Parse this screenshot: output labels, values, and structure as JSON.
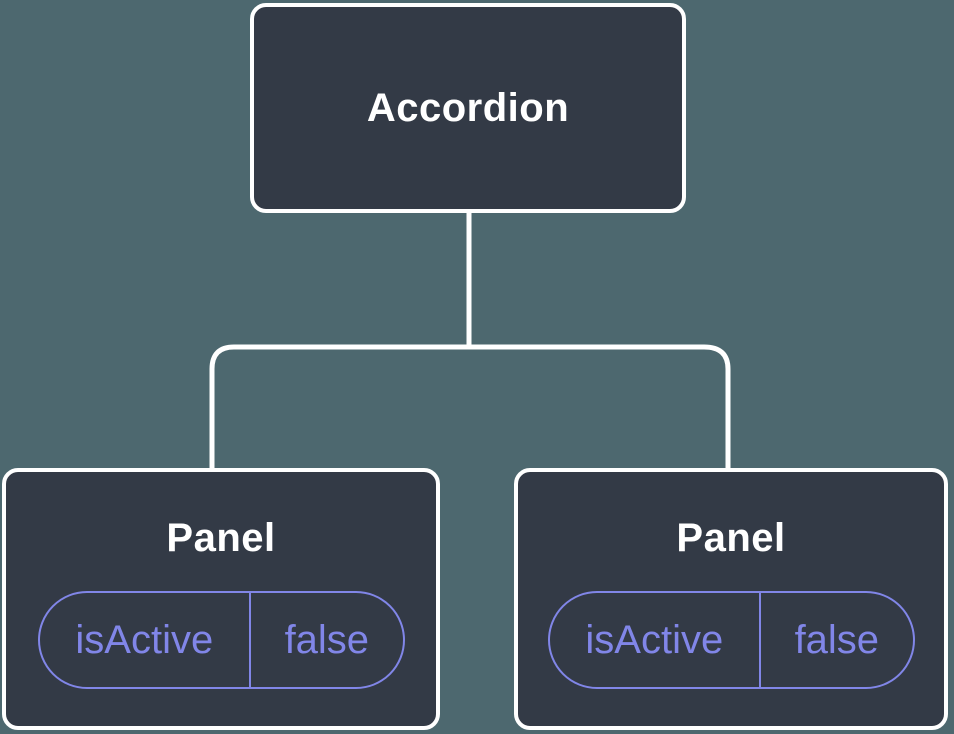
{
  "diagram": {
    "type": "component-tree",
    "colors": {
      "background": "#4d686f",
      "node_fill": "#333a46",
      "node_border": "#ffffff",
      "node_text": "#ffffff",
      "connector": "#ffffff",
      "state_accent": "#8186e8"
    },
    "root": {
      "label": "Accordion"
    },
    "children": [
      {
        "label": "Panel",
        "state": {
          "key": "isActive",
          "value": "false"
        }
      },
      {
        "label": "Panel",
        "state": {
          "key": "isActive",
          "value": "false"
        }
      }
    ]
  }
}
